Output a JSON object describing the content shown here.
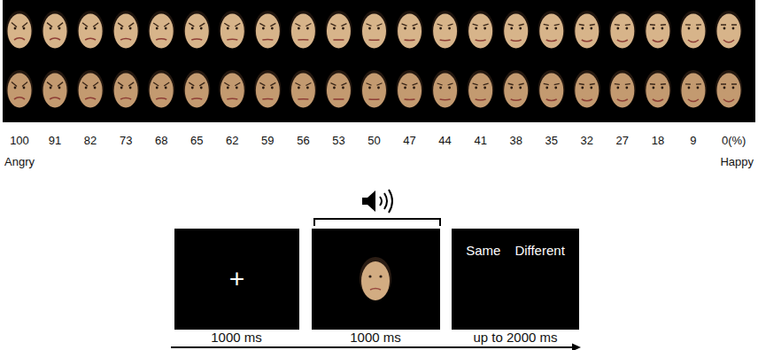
{
  "diagram": {
    "nodes": [
      {
        "text": [
          "+"
        ]
      },
      {
        "text": [
          "Same",
          "Different"
        ]
      }
    ],
    "labels": [
      "100",
      "91",
      "82",
      "73",
      "68",
      "65",
      "62",
      "59",
      "56",
      "53",
      "50",
      "47",
      "44",
      "41",
      "38",
      "35",
      "32",
      "27",
      "18",
      "9",
      "0(%)",
      "Angry",
      "Happy",
      "1000 ms",
      "1000 ms",
      "up to 2000 ms"
    ]
  }
}
